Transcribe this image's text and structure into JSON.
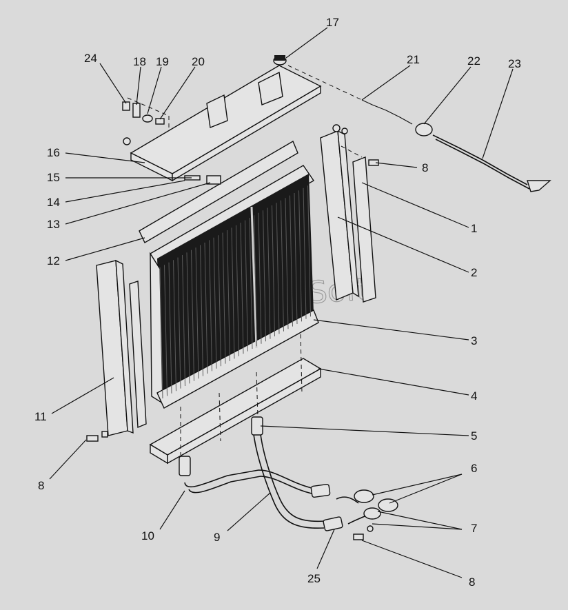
{
  "diagram": {
    "watermark": "Soft",
    "callouts": [
      {
        "id": "c17",
        "label": "17"
      },
      {
        "id": "c24",
        "label": "24"
      },
      {
        "id": "c18",
        "label": "18"
      },
      {
        "id": "c19",
        "label": "19"
      },
      {
        "id": "c20",
        "label": "20"
      },
      {
        "id": "c21",
        "label": "21"
      },
      {
        "id": "c22",
        "label": "22"
      },
      {
        "id": "c23",
        "label": "23"
      },
      {
        "id": "c16",
        "label": "16"
      },
      {
        "id": "c15",
        "label": "15"
      },
      {
        "id": "c14",
        "label": "14"
      },
      {
        "id": "c13",
        "label": "13"
      },
      {
        "id": "c12",
        "label": "12"
      },
      {
        "id": "c8a",
        "label": "8"
      },
      {
        "id": "c1",
        "label": "1"
      },
      {
        "id": "c2",
        "label": "2"
      },
      {
        "id": "c3",
        "label": "3"
      },
      {
        "id": "c4",
        "label": "4"
      },
      {
        "id": "c5",
        "label": "5"
      },
      {
        "id": "c6",
        "label": "6"
      },
      {
        "id": "c7",
        "label": "7"
      },
      {
        "id": "c8b",
        "label": "8"
      },
      {
        "id": "c11",
        "label": "11"
      },
      {
        "id": "c8c",
        "label": "8"
      },
      {
        "id": "c10",
        "label": "10"
      },
      {
        "id": "c9",
        "label": "9"
      },
      {
        "id": "c25",
        "label": "25"
      }
    ]
  }
}
